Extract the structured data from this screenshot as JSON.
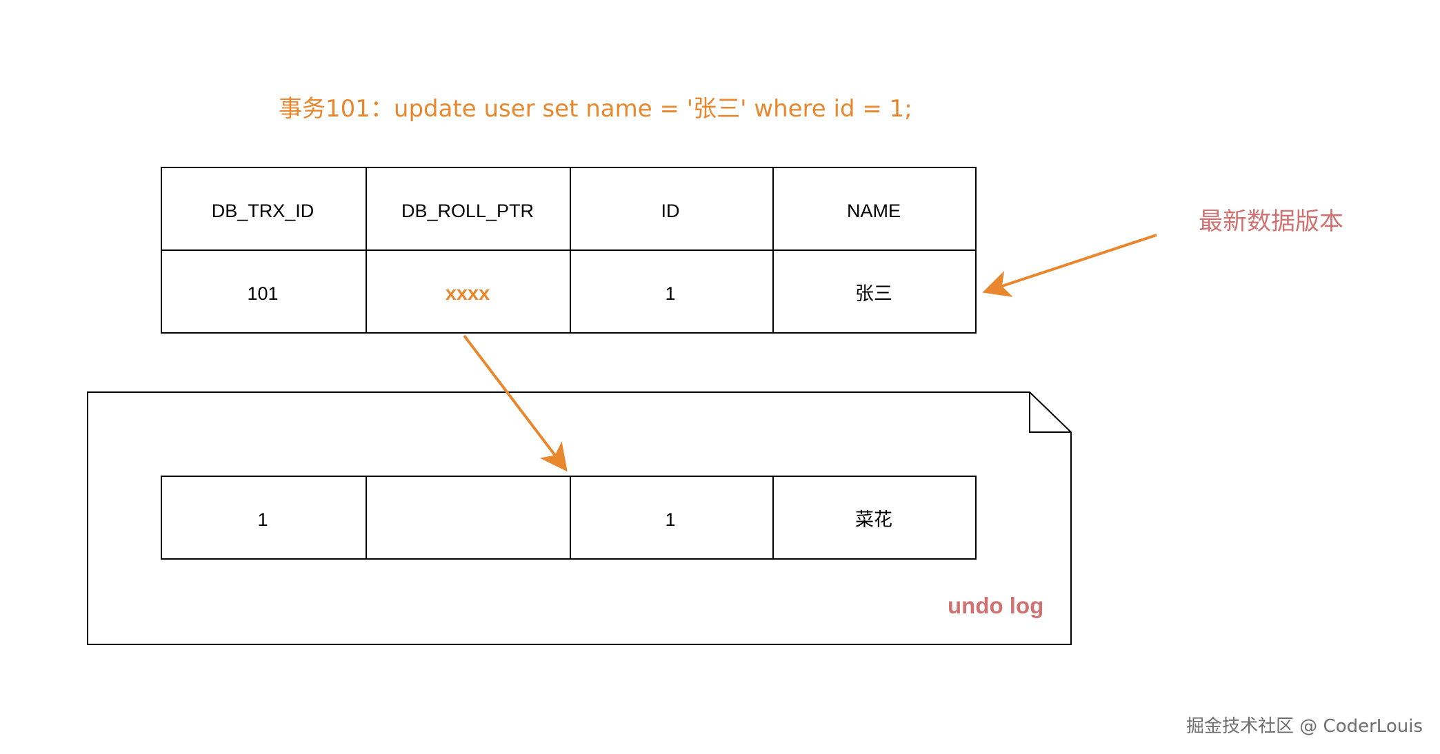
{
  "colors": {
    "orange": "#E8872E",
    "red_label": "#D07272",
    "stroke": "#000000",
    "watermark": "#6E6E6E"
  },
  "transaction_statement": "事务101：update user set name = '张三' where id = 1;",
  "latest_version_label": "最新数据版本",
  "current_row": {
    "headers": [
      "DB_TRX_ID",
      "DB_ROLL_PTR",
      "ID",
      "NAME"
    ],
    "values": [
      "101",
      "xxxx",
      "1",
      "张三"
    ]
  },
  "undo_log": {
    "label": "undo log",
    "row": {
      "values": [
        "1",
        "",
        "1",
        "菜花"
      ]
    }
  },
  "watermark": "掘金技术社区 @ CoderLouis"
}
